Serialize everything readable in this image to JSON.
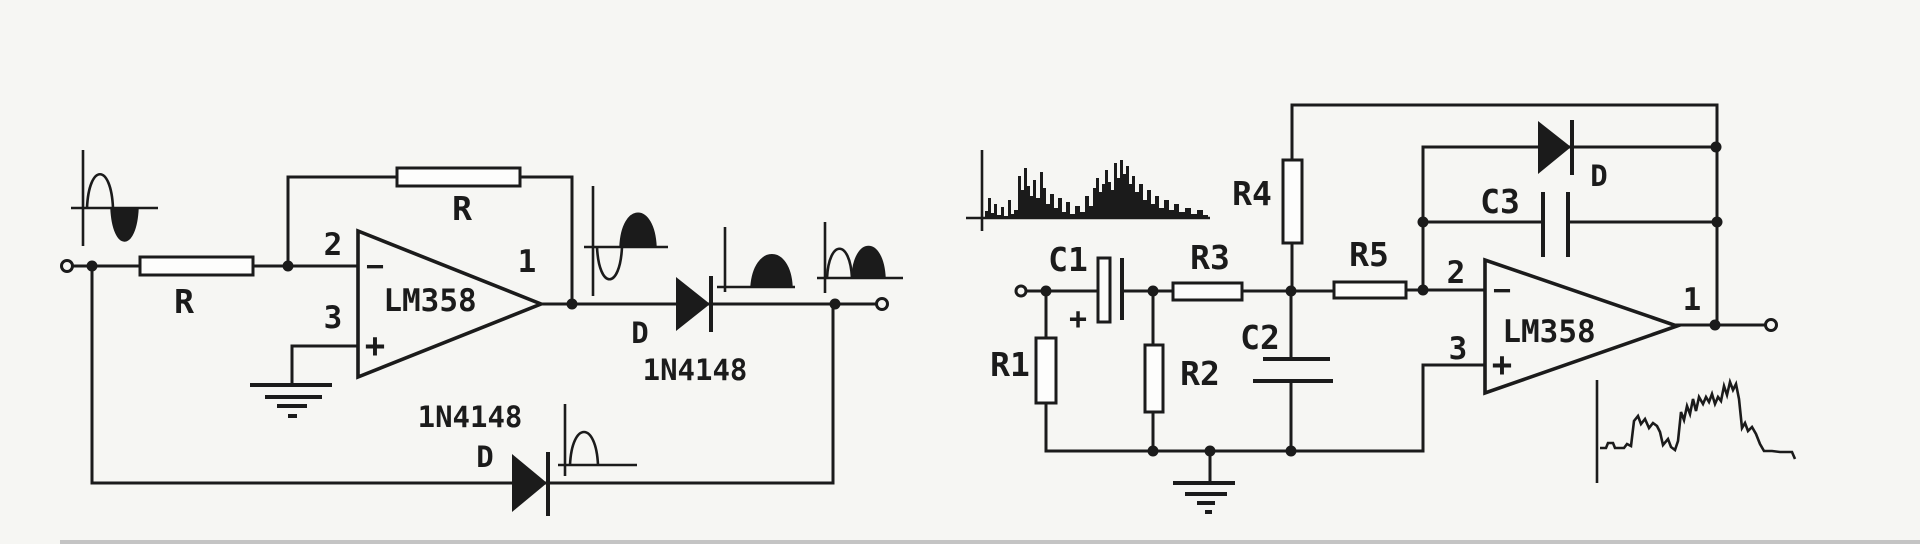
{
  "colors": {
    "background": "#f6f6f3",
    "ink": "#1b1b1b"
  },
  "left": {
    "input_resistor_label": "R",
    "feedback_resistor_label": "R",
    "opamp": {
      "part": "LM358",
      "pin_inverting": "2",
      "pin_noninverting": "3",
      "pin_output": "1",
      "inverting_sign": "−",
      "noninverting_sign": "+"
    },
    "series_diode_ref": "D",
    "series_diode_part": "1N4148",
    "shunt_diode_part": "1N4148",
    "shunt_diode_ref": "D"
  },
  "right": {
    "c1_label": "C1",
    "c1_polarity": "+",
    "r1_label": "R1",
    "r2_label": "R2",
    "r3_label": "R3",
    "r4_label": "R4",
    "r5_label": "R5",
    "c2_label": "C2",
    "c3_label": "C3",
    "feedback_diode_ref": "D",
    "opamp": {
      "part": "LM358",
      "pin_inverting": "2",
      "pin_noninverting": "3",
      "pin_output": "1",
      "inverting_sign": "−",
      "noninverting_sign": "+"
    }
  }
}
